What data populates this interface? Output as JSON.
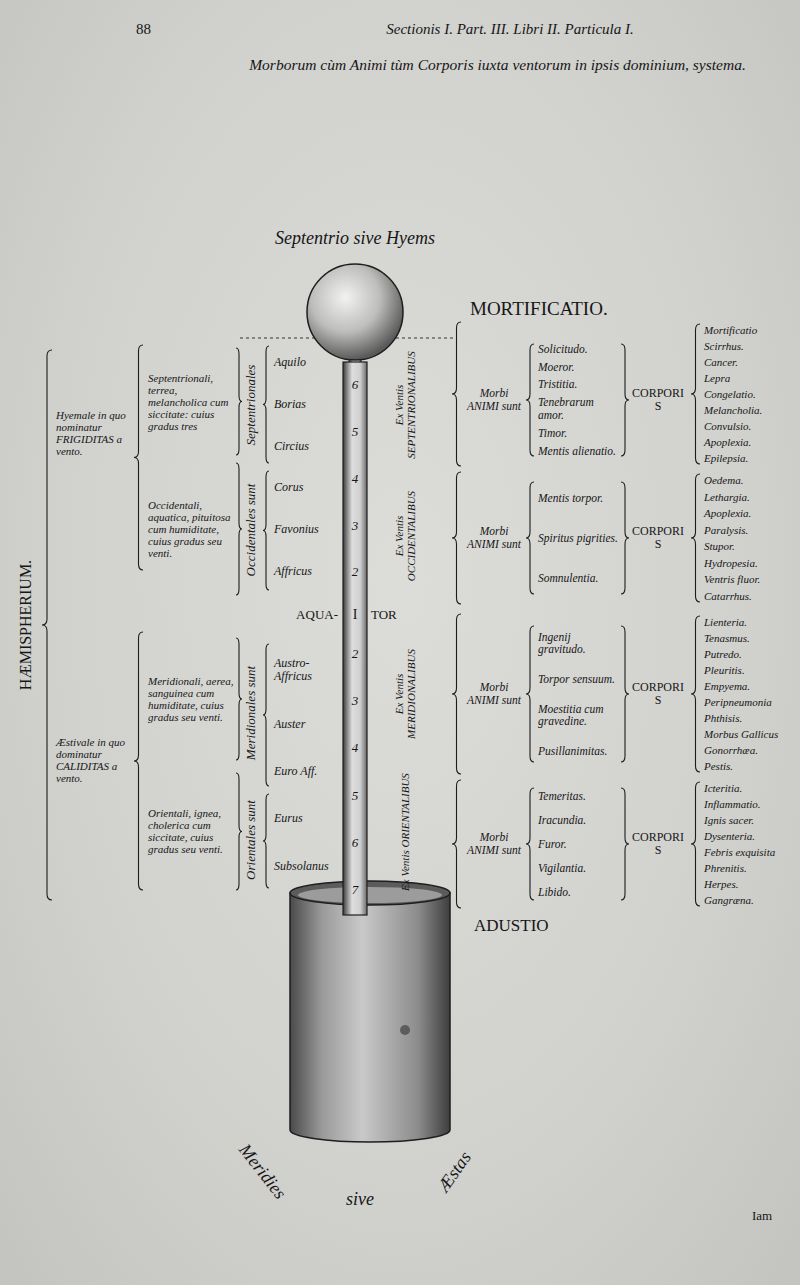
{
  "diagram": {
    "title": "Morborum cùm Animi tùm Corporis iuxta ventorum in ipsis dominium, systema.",
    "labels": [
      "88",
      "Sectionis I. Part. III. Libri II. Particula I.",
      "Septentrio sive Hyems",
      "HÆMISPHERIUM.",
      "Hyemale in quo nominatur FRIGIDITAS a vento.",
      "Æstivale in quo dominatur CALIDITAS a vento.",
      "Septentrionali, terrea, melancholica cum siccitate: cuius gradus tres",
      "Occidentali, aquatica, pituitosa cum humiditate, cuius gradus seu venti.",
      "Meridionali, aerea, sanguinea cum humiditate, cuius gradus seu venti.",
      "Orientali, ignea, cholerica cum siccitate, cuius gradus seu venti.",
      "Septentrionales",
      "Occidentales sunt",
      "Meridionales sunt",
      "Orientales sunt",
      "Aquilo",
      "Borias",
      "Circius",
      "Corus",
      "Favonius",
      "Affricus",
      "AQUA-",
      "TOR",
      "Austro-Affricus",
      "Auster",
      "Euro Aff.",
      "Eurus",
      "Subsolanus",
      "6",
      "5",
      "4",
      "3",
      "2",
      "I",
      "2",
      "3",
      "4",
      "5",
      "6",
      "7",
      "Ex Ventis SEPTENTRIONALIBUS",
      "Ex Ventis OCCIDENTALIBUS",
      "Ex Ventis MERIDIONALIBUS",
      "Ex Ventis ORIENTALIBUS",
      "MORTIFICATIO.",
      "ADUSTIO",
      "Morbi ANIMI sunt",
      "Solicitudo.",
      "Moeror.",
      "Tristitia.",
      "Tenebrarum amor.",
      "Timor.",
      "Mentis alienatio.",
      "CORPORIS",
      "Mortificatio",
      "Scirrhus.",
      "Cancer.",
      "Lepra",
      "Congelatio.",
      "Melancholia.",
      "Convulsio.",
      "Apoplexia.",
      "Epilepsia.",
      "Morbi ANIMI sunt",
      "Mentis torpor.",
      "Spiritus pigrities.",
      "Somnulentia.",
      "CORPORIS",
      "Oedema.",
      "Lethargia.",
      "Apoplexia.",
      "Paralysis.",
      "Stupor.",
      "Hydropesia.",
      "Ventris fluor.",
      "Catarrhus.",
      "Morbi ANIMI sunt",
      "Ingenij gravitudo.",
      "Torpor sensuum.",
      "Moestitia cum gravedine.",
      "Pusillanimitas.",
      "CORPORIS",
      "Lienteria.",
      "Tenasmus.",
      "Putredo.",
      "Pleuritis.",
      "Empyema.",
      "Peripneumonia",
      "Phthisis.",
      "Morbus Gallicus",
      "Gonorrhæa.",
      "Pestis.",
      "Morbi ANIMI sunt",
      "Temeritas.",
      "Iracundia.",
      "Furor.",
      "Vigilantia.",
      "Libido.",
      "CORPORIS",
      "Icteritia.",
      "Inflammatio.",
      "Ignis sacer.",
      "Dysenteria.",
      "Febris exquisita",
      "Phrenitis.",
      "Herpes.",
      "Gangræna.",
      "Meridies",
      "sive",
      "Æstas",
      "Iam"
    ]
  }
}
